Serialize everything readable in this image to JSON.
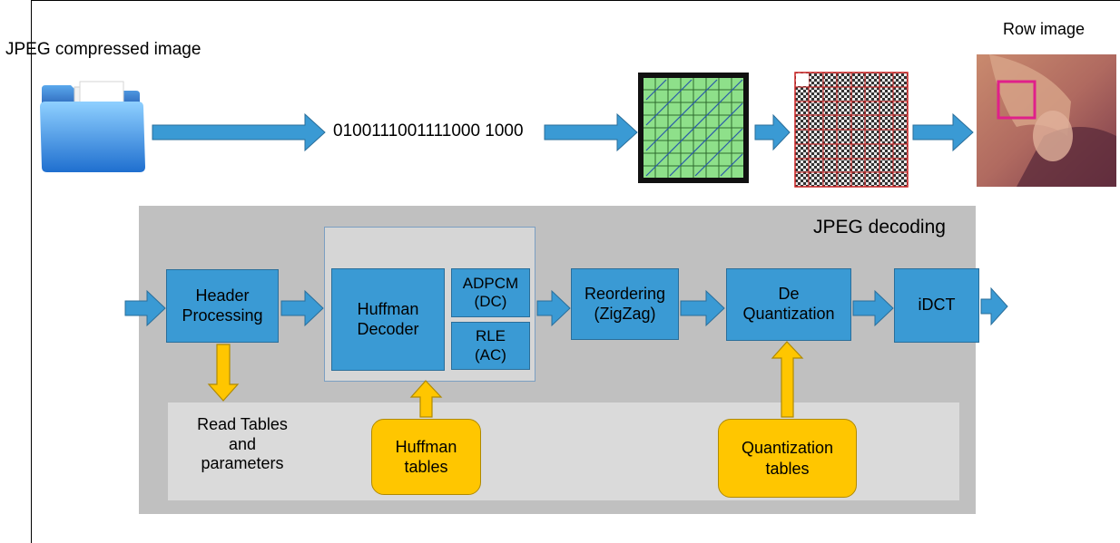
{
  "top": {
    "compressed_label": "JPEG compressed image",
    "bitstream": "0100111001111000 1000",
    "raw_label": "Row image"
  },
  "decoder": {
    "title": "JPEG decoding",
    "header_block": "Header Processing",
    "huffman_block": "Huffman Decoder",
    "adpcm_block": "ADPCM (DC)",
    "rle_block": "RLE (AC)",
    "reorder_block": "Reordering (ZigZag)",
    "dequant_block": "De Quantization",
    "idct_block": "iDCT",
    "read_tables": "Read Tables and parameters",
    "huffman_tables": "Huffman tables",
    "quant_tables": "Quantization tables"
  },
  "colors": {
    "block_blue": "#3a9ad4",
    "arrow_blue": "#3a9ad4",
    "yellow": "#ffc600",
    "panel_gray": "#c0c0c0"
  },
  "icons": [
    "folder-icon",
    "dct-coefficient-grid-icon",
    "dct-basis-grid-icon",
    "raw-portrait-image"
  ]
}
